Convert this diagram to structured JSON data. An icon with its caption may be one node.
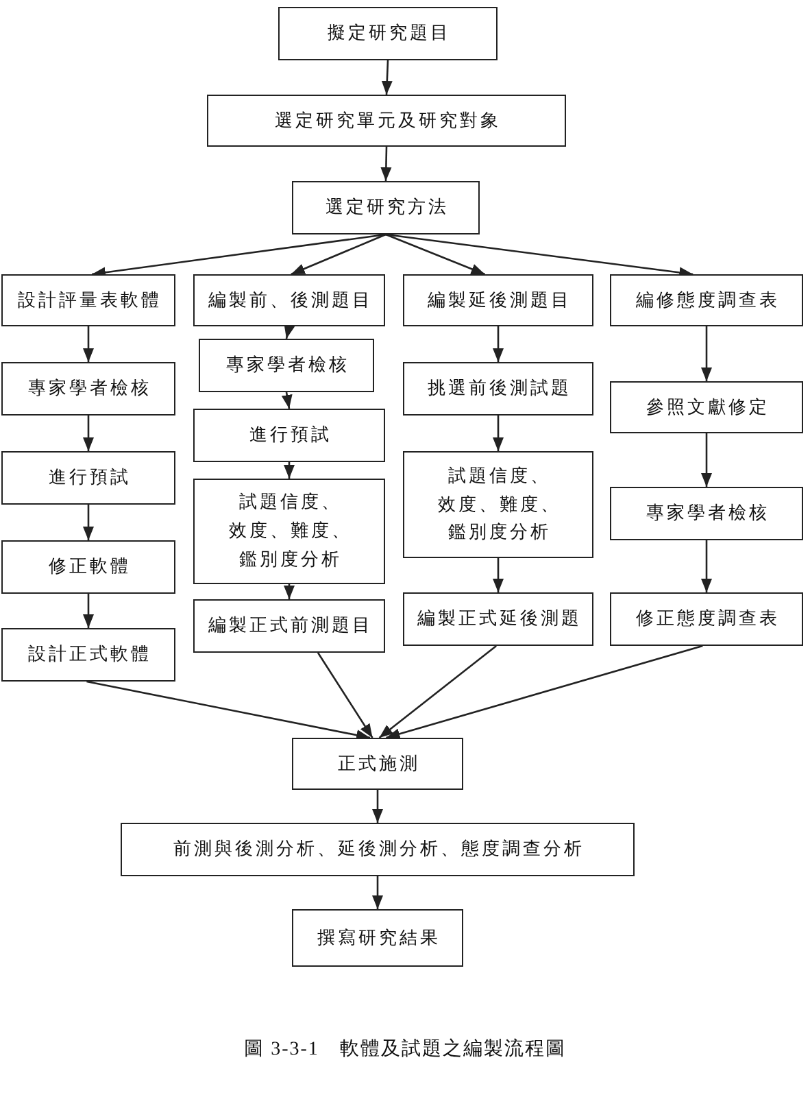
{
  "diagram": {
    "caption": "圖 3-3-1　軟體及試題之編製流程圖",
    "nodes": [
      {
        "text": [
          "擬定研究題目"
        ]
      },
      {
        "text": [
          "選定研究單元及研究對象"
        ]
      },
      {
        "text": [
          "選定研究方法"
        ]
      },
      {
        "text": [
          "設計評量表軟體"
        ]
      },
      {
        "text": [
          "專家學者檢核"
        ]
      },
      {
        "text": [
          "進行預試"
        ]
      },
      {
        "text": [
          "修正軟體"
        ]
      },
      {
        "text": [
          "設計正式軟體"
        ]
      },
      {
        "text": [
          "編製前、後測題目"
        ]
      },
      {
        "text": [
          "專家學者檢核"
        ]
      },
      {
        "text": [
          "進行預試"
        ]
      },
      {
        "text": [
          "試題信度、效度、難度、鑑別度分析"
        ]
      },
      {
        "text": [
          "編製正式前測題目"
        ]
      },
      {
        "text": [
          "編製延後測題目"
        ]
      },
      {
        "text": [
          "挑選前後測試題"
        ]
      },
      {
        "text": [
          "試題信度、效度、難度、鑑別度分析"
        ]
      },
      {
        "text": [
          "編製正式延後測題"
        ]
      },
      {
        "text": [
          "編修態度調查表"
        ]
      },
      {
        "text": [
          "參照文獻修定"
        ]
      },
      {
        "text": [
          "專家學者檢核"
        ]
      },
      {
        "text": [
          "修正態度調查表"
        ]
      },
      {
        "text": [
          "正式施測"
        ]
      },
      {
        "text": [
          "前測與後測分析、延後測分析、態度調查分析"
        ]
      },
      {
        "text": [
          "撰寫研究結果"
        ]
      }
    ],
    "edges": [
      {
        "from": 0,
        "to": 1,
        "arrow": "to"
      },
      {
        "from": 1,
        "to": 2,
        "arrow": "to"
      },
      {
        "from": 2,
        "to": 3,
        "arrow": "to"
      },
      {
        "from": 2,
        "to": 8,
        "arrow": "to"
      },
      {
        "from": 2,
        "to": 13,
        "arrow": "to"
      },
      {
        "from": 2,
        "to": 17,
        "arrow": "to"
      },
      {
        "from": 3,
        "to": 4,
        "arrow": "to"
      },
      {
        "from": 4,
        "to": 5,
        "arrow": "to"
      },
      {
        "from": 5,
        "to": 6,
        "arrow": "to"
      },
      {
        "from": 6,
        "to": 7,
        "arrow": "to"
      },
      {
        "from": 8,
        "to": 9,
        "arrow": "to"
      },
      {
        "from": 9,
        "to": 10,
        "arrow": "to"
      },
      {
        "from": 10,
        "to": 11,
        "arrow": "to"
      },
      {
        "from": 11,
        "to": 12,
        "arrow": "to"
      },
      {
        "from": 13,
        "to": 14,
        "arrow": "to"
      },
      {
        "from": 14,
        "to": 15,
        "arrow": "to"
      },
      {
        "from": 15,
        "to": 16,
        "arrow": "to"
      },
      {
        "from": 17,
        "to": 18,
        "arrow": "to"
      },
      {
        "from": 18,
        "to": 19,
        "arrow": "to"
      },
      {
        "from": 19,
        "to": 20,
        "arrow": "to"
      },
      {
        "from": 7,
        "to": 21,
        "arrow": "to"
      },
      {
        "from": 12,
        "to": 21,
        "arrow": "to"
      },
      {
        "from": 16,
        "to": 21,
        "arrow": "to"
      },
      {
        "from": 20,
        "to": 21,
        "arrow": "to"
      },
      {
        "from": 21,
        "to": 22,
        "arrow": "to"
      },
      {
        "from": 22,
        "to": 23,
        "arrow": "to"
      }
    ]
  }
}
